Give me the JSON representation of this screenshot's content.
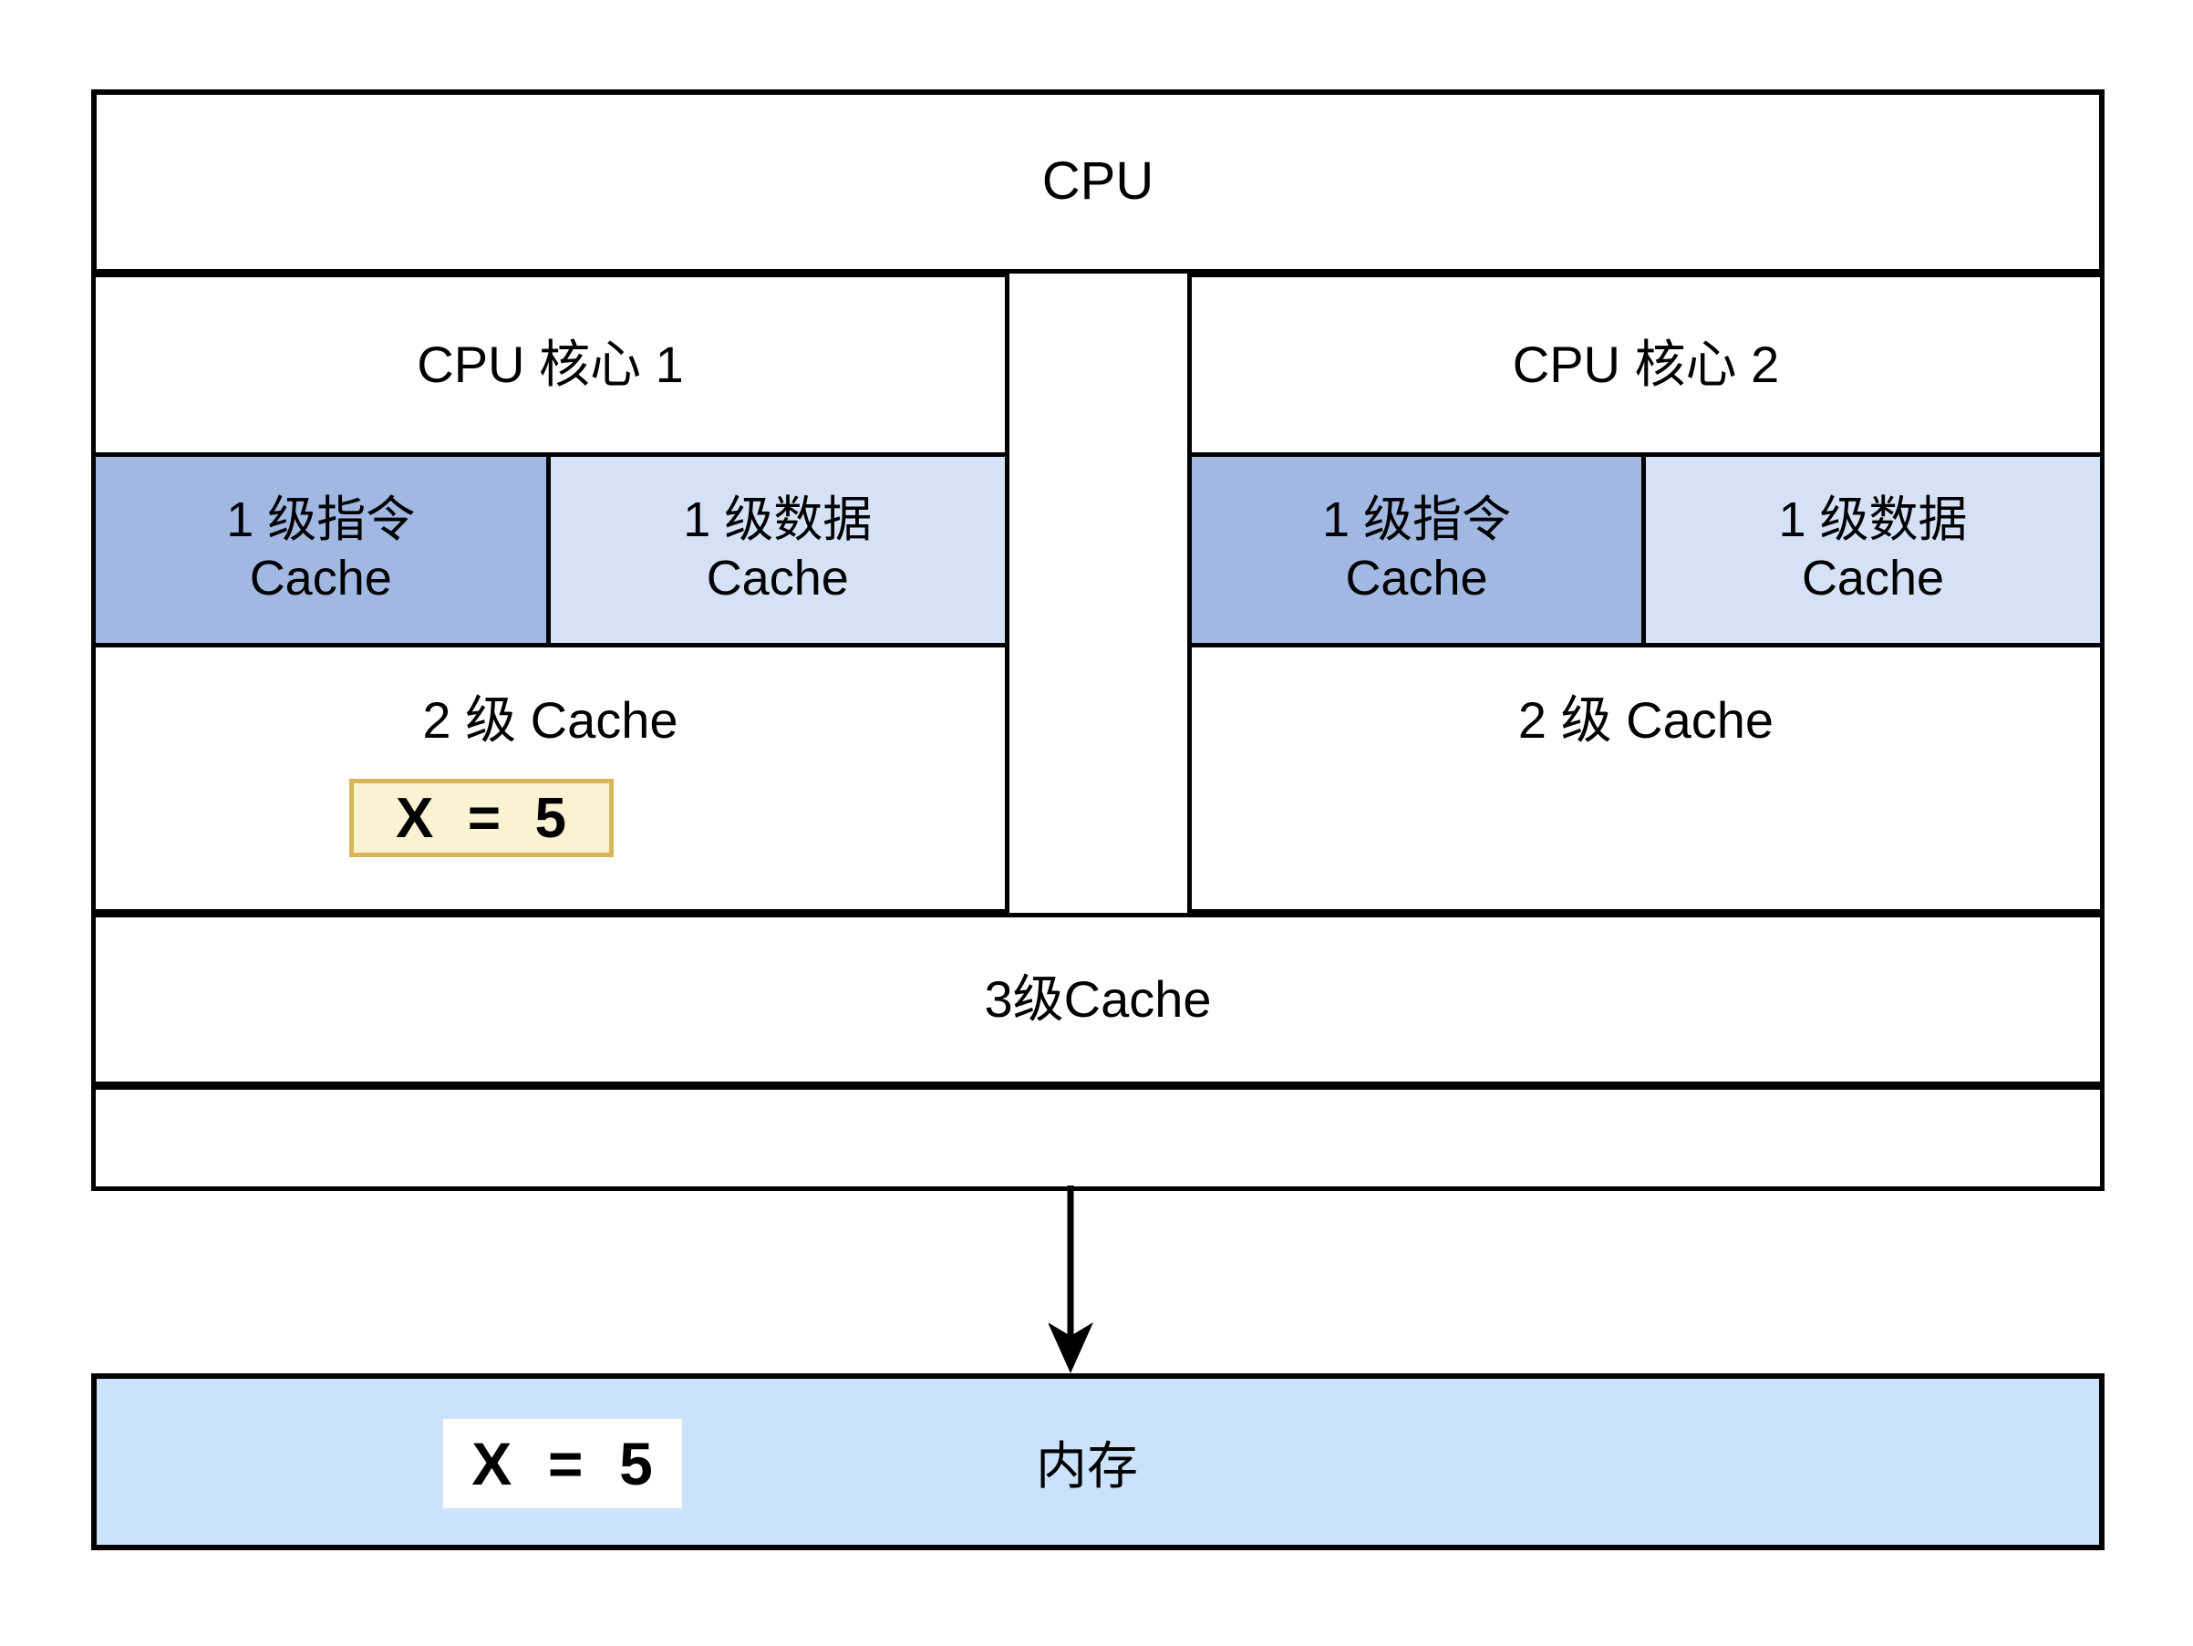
{
  "diagram": {
    "title": "CPU cache hierarchy with X = 5",
    "cpu": {
      "label": "CPU",
      "cores": [
        {
          "title": "CPU 核心 1",
          "l1_instruction": "1 级指令\nCache",
          "l1_data": "1 级数据\nCache",
          "l2_label": "2 级 Cache",
          "l2_value": "X  =  5",
          "has_l2_value": true
        },
        {
          "title": "CPU 核心 2",
          "l1_instruction": "1 级指令\nCache",
          "l1_data": "1 级数据\nCache",
          "l2_label": "2 级 Cache",
          "l2_value": "",
          "has_l2_value": false
        }
      ],
      "l3_label": "3级Cache"
    },
    "memory": {
      "value": "X  =  5",
      "label": "内存"
    },
    "connector": {
      "name": "arrow-down",
      "from": "cpu",
      "to": "memory",
      "direction": "down"
    },
    "colors": {
      "l1_instruction_fill": "#a0b8e2",
      "l1_data_fill": "#d4e1f6",
      "memory_fill": "#cbe2fc",
      "l2_value_fill": "#fbf2d4",
      "l2_value_border": "#d6b656",
      "memory_value_fill": "#ffffff",
      "stroke": "#000000",
      "page_background": "#ffffff"
    }
  }
}
